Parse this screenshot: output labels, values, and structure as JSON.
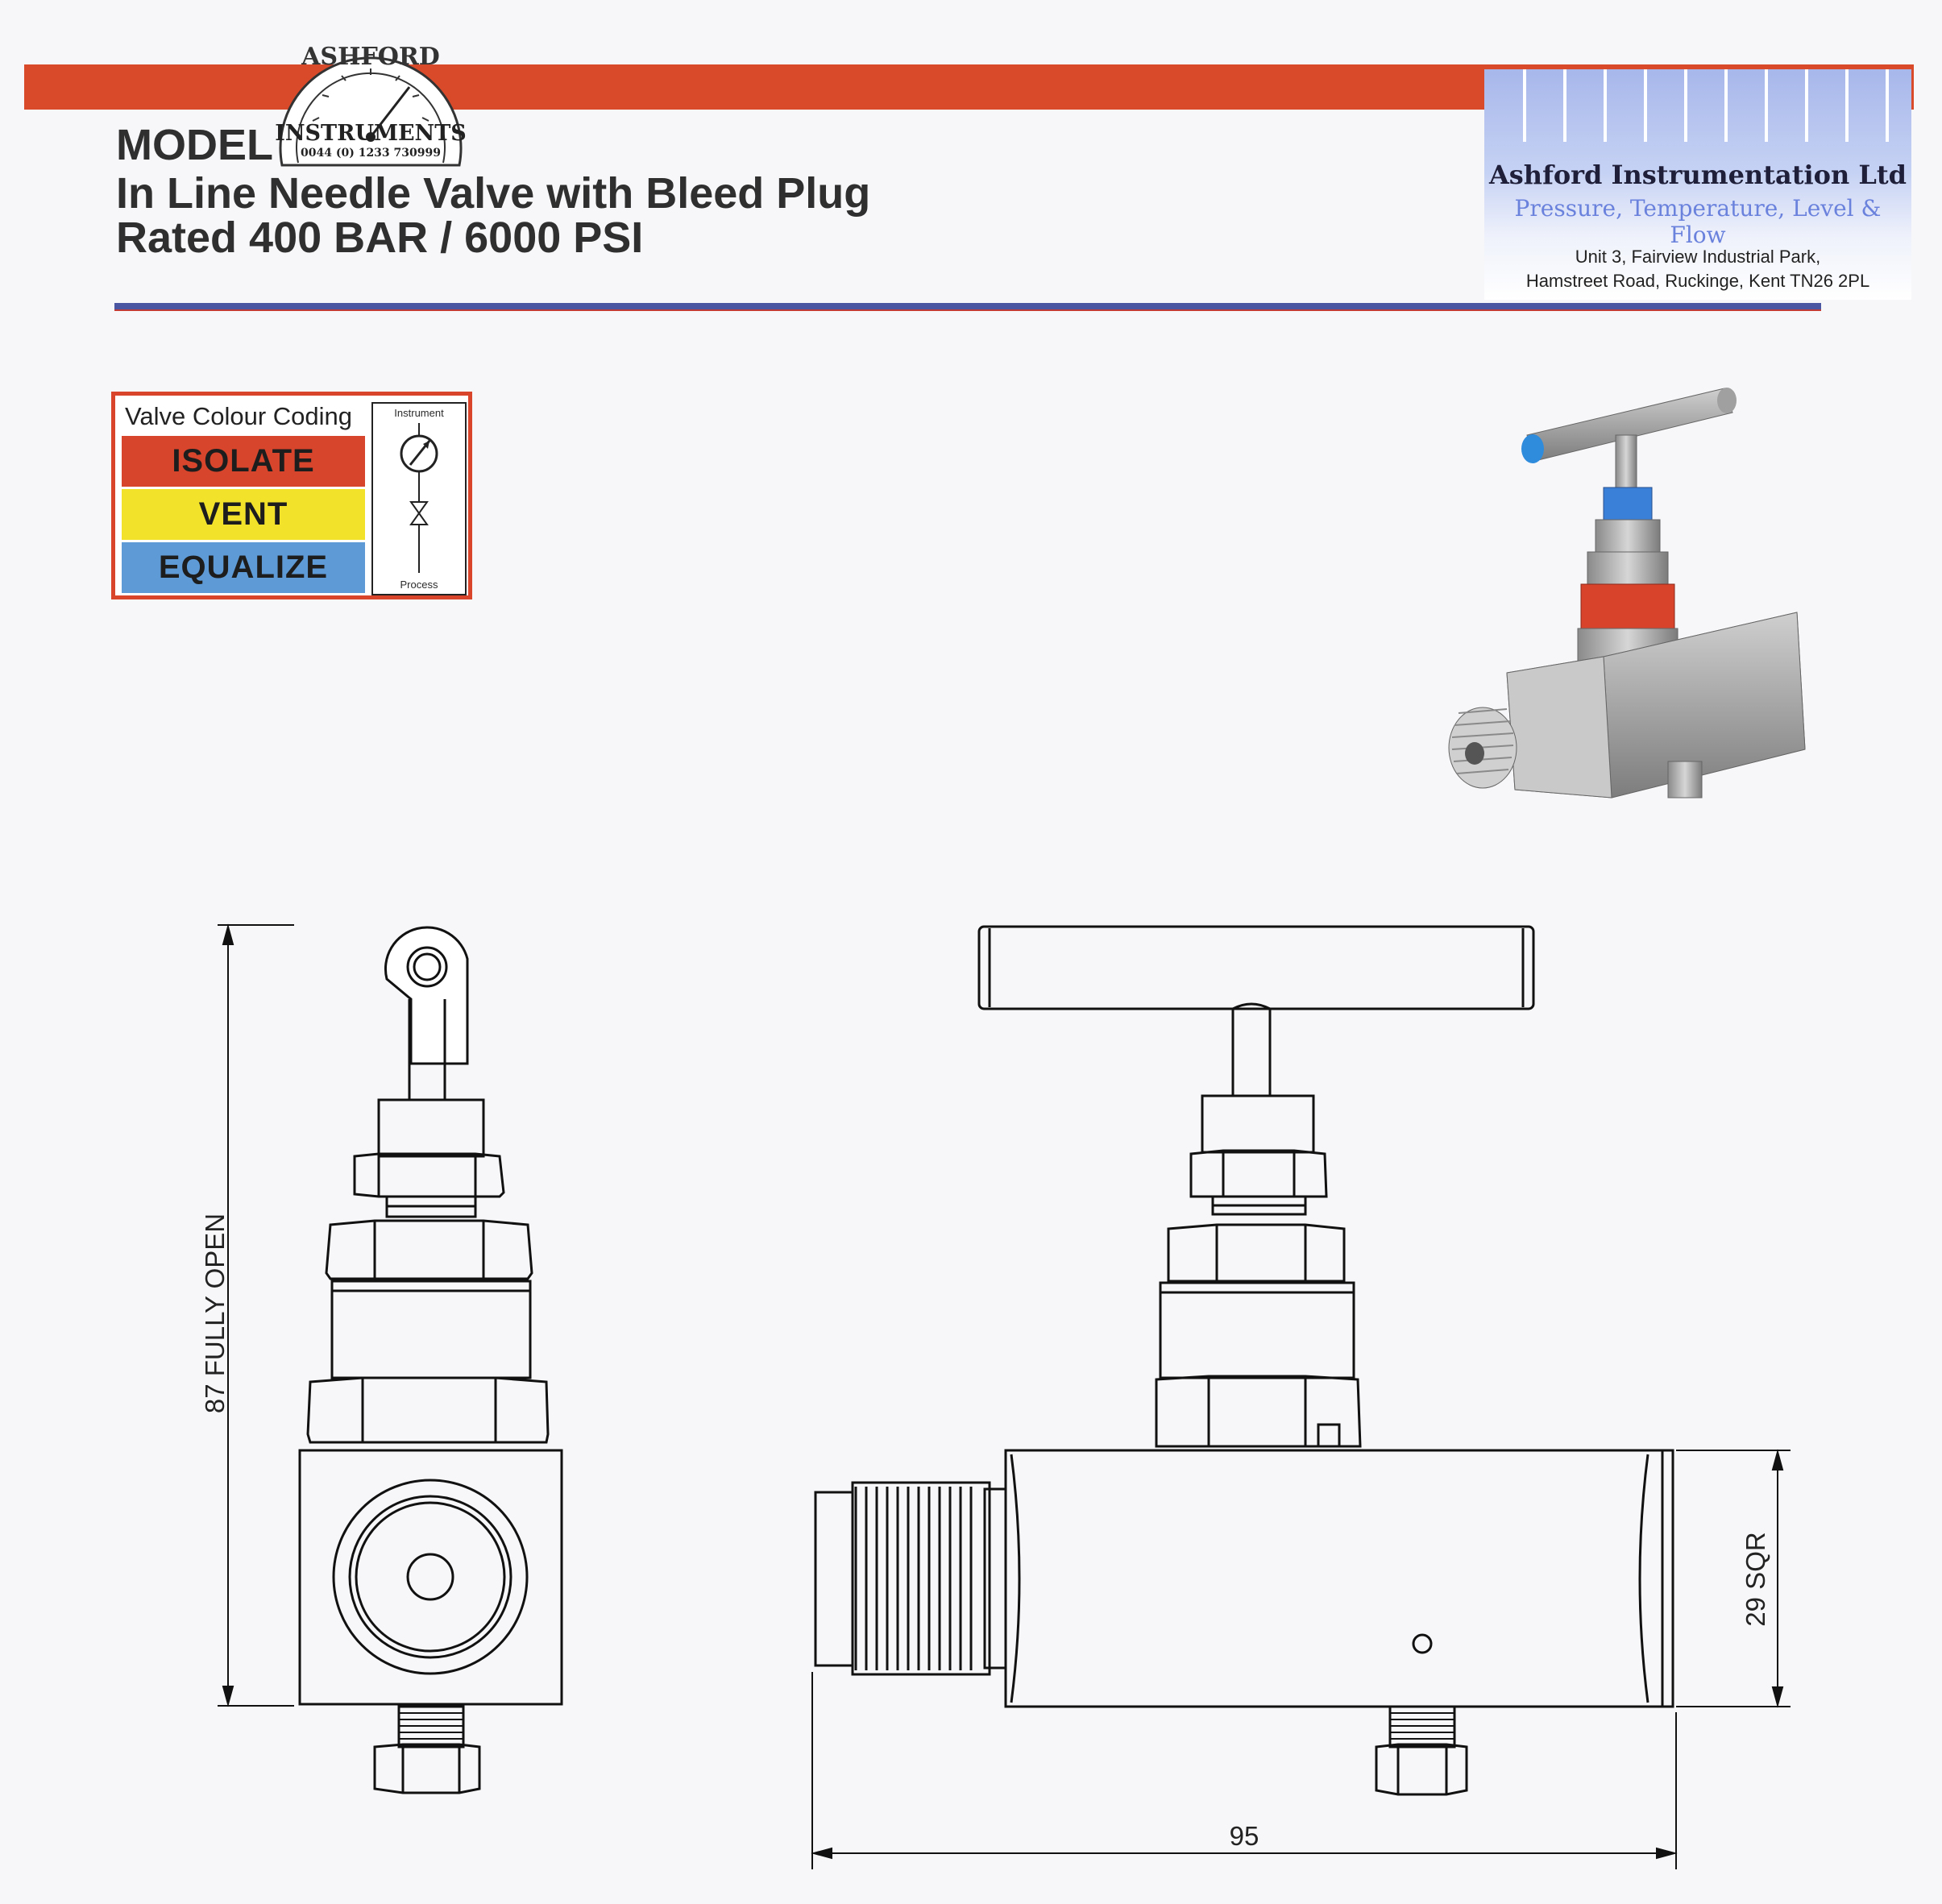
{
  "header": {
    "model_label": "MODEL",
    "product_line1": "In Line Needle Valve with Bleed Plug",
    "product_line2": "Rated 400 BAR / 6000 PSI"
  },
  "logo": {
    "arc_text": "ASHFORD",
    "word": "INSTRUMENTS",
    "phone": "0044 (0) 1233 730999"
  },
  "company": {
    "name": "Ashford Instrumentation Ltd",
    "tagline": "Pressure, Temperature, Level & Flow",
    "address_line1": "Unit 3, Fairview Industrial Park,",
    "address_line2": "Hamstreet Road, Ruckinge, Kent TN26 2PL"
  },
  "legend": {
    "title": "Valve Colour Coding",
    "bands": [
      {
        "label": "ISOLATE",
        "color": "#d6452c"
      },
      {
        "label": "VENT",
        "color": "#f2e22a"
      },
      {
        "label": "EQUALIZE",
        "color": "#5e9ad6"
      }
    ],
    "schematic_top": "Instrument",
    "schematic_bottom": "Process"
  },
  "dimensions": {
    "height_label": "87 FULLY OPEN",
    "square_label": "29 SQR",
    "length_label": "95"
  },
  "colors": {
    "header_red": "#d94a2b",
    "rule_blue": "#4b56a3",
    "company_tag": "#6b82dd"
  }
}
